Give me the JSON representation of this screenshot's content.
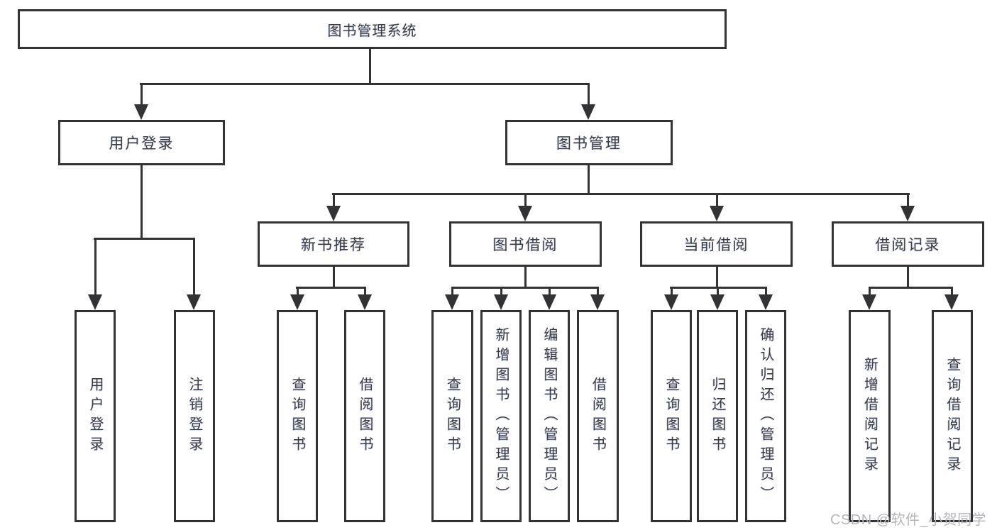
{
  "diagram": {
    "root": {
      "label": "图书管理系统"
    },
    "user_login": {
      "label": "用户登录",
      "children": [
        "用户登录",
        "注销登录"
      ]
    },
    "book_management": {
      "label": "图书管理",
      "modules": {
        "new_book_recommend": {
          "label": "新书推荐",
          "children": [
            "查询图书",
            "借阅图书"
          ]
        },
        "book_borrowing": {
          "label": "图书借阅",
          "children": [
            "查询图书",
            "新增图书（管理员）",
            "编辑图书（管理员）",
            "借阅图书"
          ]
        },
        "current_borrowing": {
          "label": "当前借阅",
          "children": [
            "查询图书",
            "归还图书",
            "确认归还（管理员）"
          ]
        },
        "borrowing_records": {
          "label": "借阅记录",
          "children": [
            "新增借阅记录",
            "查询借阅记录"
          ]
        }
      }
    }
  },
  "watermark": {
    "text": "CSDN @软件_小贺同学"
  },
  "colors": {
    "line": "#333336",
    "text": "#3b3b40",
    "watermark": "#b5b5ba",
    "background": "#ffffff"
  }
}
